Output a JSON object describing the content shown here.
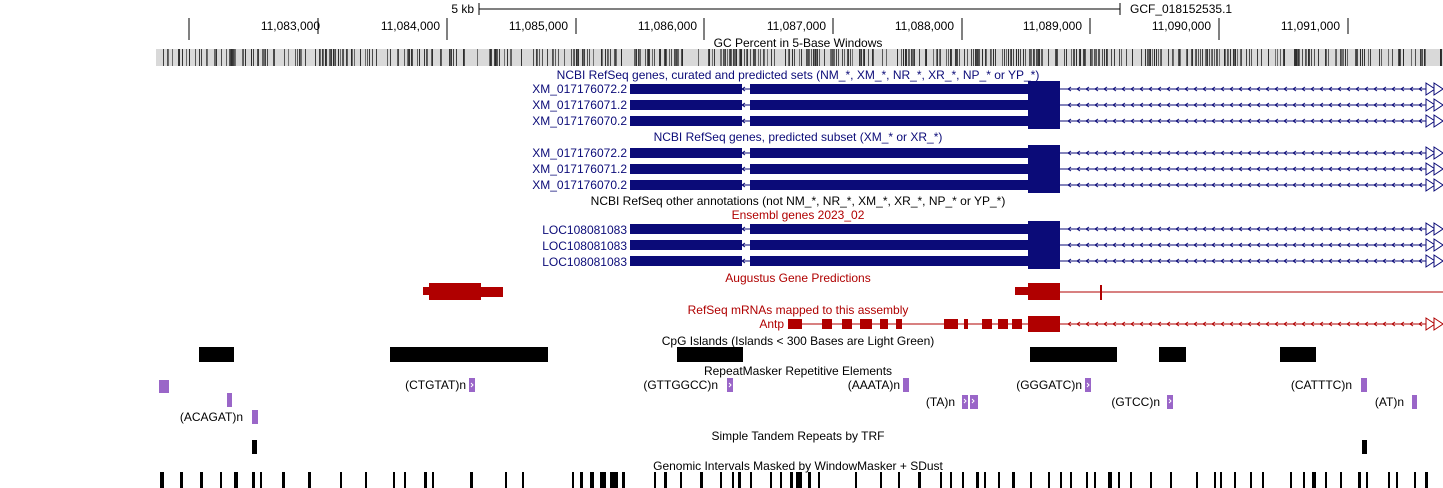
{
  "colors": {
    "navy": "#0b0b78",
    "red": "#b00000",
    "black": "#000000",
    "purple": "#9a66c8",
    "gcGray": "#d9d9d9"
  },
  "ruler": {
    "scale_label": "5 kb",
    "assembly_label": "GCF_018152535.1",
    "positions": [
      "11,083,000",
      "11,084,000",
      "11,085,000",
      "11,086,000",
      "11,087,000",
      "11,088,000",
      "11,089,000",
      "11,090,000",
      "11,091,000"
    ]
  },
  "tracks": {
    "gc": {
      "title": "GC Percent in 5-Base Windows"
    },
    "refseq_all": {
      "title": "NCBI RefSeq genes, curated and predicted sets (NM_*, XM_*, NR_*, XR_*, NP_* or YP_*)",
      "items": [
        "XM_017176072.2",
        "XM_017176071.2",
        "XM_017176070.2"
      ]
    },
    "refseq_pred": {
      "title": "NCBI RefSeq genes, predicted subset (XM_* or XR_*)",
      "items": [
        "XM_017176072.2",
        "XM_017176071.2",
        "XM_017176070.2"
      ]
    },
    "refseq_other": {
      "title": "NCBI RefSeq other annotations (not NM_*, NR_*, XM_*, XR_*, NP_* or YP_*)"
    },
    "ensembl": {
      "title": "Ensembl genes 2023_02",
      "items": [
        "LOC108081083",
        "LOC108081083",
        "LOC108081083"
      ]
    },
    "augustus": {
      "title": "Augustus Gene Predictions"
    },
    "refseq_mrna": {
      "title": "RefSeq mRNAs mapped to this assembly",
      "item": "Antp"
    },
    "cpg": {
      "title": "CpG Islands (Islands < 300 Bases are Light Green)"
    },
    "rmsk": {
      "title": "RepeatMasker Repetitive Elements",
      "labels": [
        "(CTGTAT)n",
        "(GTTGGCC)n",
        "(AAATA)n",
        "(GGGATC)n",
        "(CATTTC)n",
        "(TA)n",
        "(GTCC)n",
        "(AT)n",
        "(ACAGAT)n"
      ]
    },
    "trf": {
      "title": "Simple Tandem Repeats by TRF"
    },
    "windowmasker": {
      "title": "Genomic Intervals Masked by WindowMasker + SDust"
    }
  }
}
